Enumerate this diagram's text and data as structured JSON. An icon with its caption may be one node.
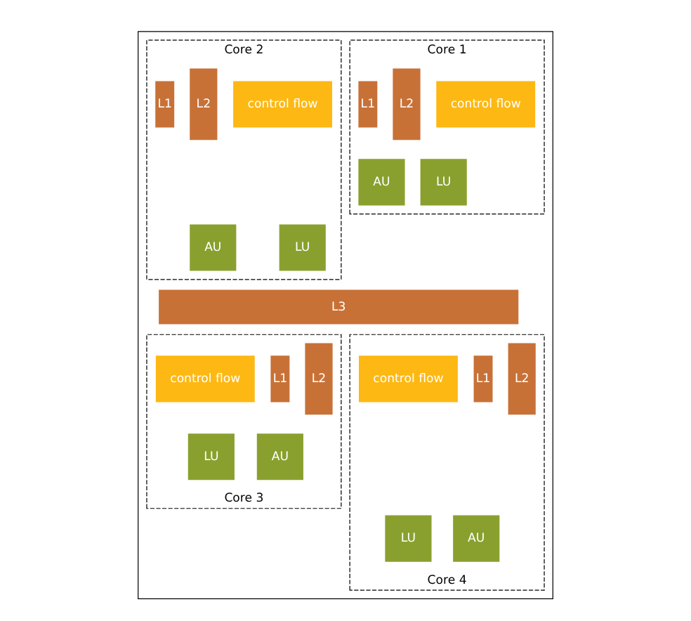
{
  "diagram": {
    "nodes": [
      {
        "text": [],
        "shape": "box"
      },
      {
        "text": [
          "Core 1"
        ],
        "in": 0
      },
      {
        "text": [
          "control flow"
        ],
        "in": 1
      },
      {
        "text": [
          "L1"
        ],
        "in": 1
      },
      {
        "text": [
          "L2"
        ],
        "in": 1
      },
      {
        "text": [
          "LU"
        ],
        "in": 1
      },
      {
        "text": [
          "AU"
        ],
        "in": 1
      },
      {
        "text": [
          "Core 2"
        ],
        "in": 0
      },
      {
        "text": [
          "control flow"
        ],
        "in": 7
      },
      {
        "text": [
          "L1"
        ],
        "in": 7
      },
      {
        "text": [
          "L2"
        ],
        "in": 7
      },
      {
        "text": [
          "LU"
        ],
        "in": 7
      },
      {
        "text": [
          "AU"
        ],
        "in": 7
      },
      {
        "text": [
          "L3"
        ],
        "in": 0
      },
      {
        "text": [
          "Core 3"
        ],
        "in": 0
      },
      {
        "text": [
          "control flow"
        ],
        "in": 14
      },
      {
        "text": [
          "L1"
        ],
        "in": 14
      },
      {
        "text": [
          "L2"
        ],
        "in": 14
      },
      {
        "text": [
          "LU"
        ],
        "in": 14
      },
      {
        "text": [
          "AU"
        ],
        "in": 14
      },
      {
        "text": [
          "Core 4"
        ],
        "in": 0
      },
      {
        "text": [
          "control flow"
        ],
        "in": 20
      },
      {
        "text": [
          "L1"
        ],
        "in": 20
      },
      {
        "text": [
          "L2"
        ],
        "in": 20
      },
      {
        "text": [
          "LU"
        ],
        "in": 20
      },
      {
        "text": [
          "AU"
        ],
        "in": 20
      }
    ],
    "edges": []
  }
}
